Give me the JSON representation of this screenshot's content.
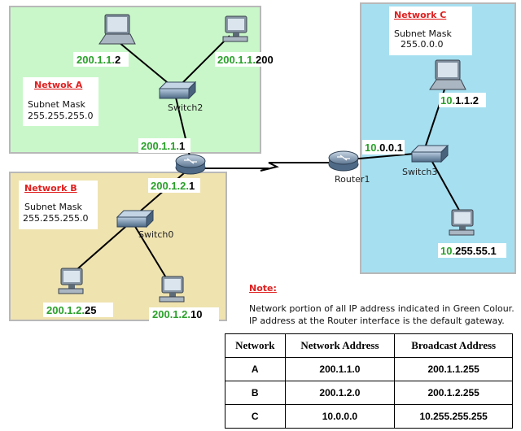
{
  "networks": {
    "a": {
      "name": "Netwok A",
      "mask_label": "Subnet Mask",
      "mask_value": "255.255.255.0",
      "fill": "#c9f7c9",
      "pc1_ip": {
        "net": "200.1.1.",
        "host": "2"
      },
      "pc2_ip": {
        "net": "200.1.1.",
        "host": "200"
      },
      "gateway_ip": {
        "net": "200.1.1.",
        "host": "1"
      },
      "switch_label": "Switch2"
    },
    "b": {
      "name": "Network B",
      "mask_label": "Subnet Mask",
      "mask_value": "255.255.255.0",
      "fill": "#efe3b0",
      "pc1_ip": {
        "net": "200.1.2.",
        "host": "25"
      },
      "pc2_ip": {
        "net": "200.1.2.",
        "host": "10"
      },
      "gateway_ip": {
        "net": "200.1.2.",
        "host": "1"
      },
      "switch_label": "Switch0"
    },
    "c": {
      "name": "Network C",
      "mask_label": "Subnet Mask",
      "mask_value": "255.0.0.0",
      "fill": "#a6dff0",
      "pc1_ip": {
        "net": "10.",
        "host": "1.1.2"
      },
      "pc2_ip": {
        "net": "10.",
        "host": "255.55.1"
      },
      "gateway_ip": {
        "net": "10.",
        "host": "0.0.1"
      },
      "switch_label": "Switch3"
    }
  },
  "router_label": "Router1",
  "colors": {
    "network_portion": "#2aa02a",
    "host_portion": "#000000",
    "note_title": "#e02020"
  },
  "note": {
    "title": "Note:",
    "line1": "Network portion of all IP address indicated in Green Colour.",
    "line2": "IP address at the Router interface is the default gateway."
  },
  "table": {
    "headers": [
      "Network",
      "Network Address",
      "Broadcast Address"
    ],
    "rows": [
      [
        "A",
        "200.1.1.0",
        "200.1.1.255"
      ],
      [
        "B",
        "200.1.2.0",
        "200.1.2.255"
      ],
      [
        "C",
        "10.0.0.0",
        "10.255.255.255"
      ]
    ]
  }
}
